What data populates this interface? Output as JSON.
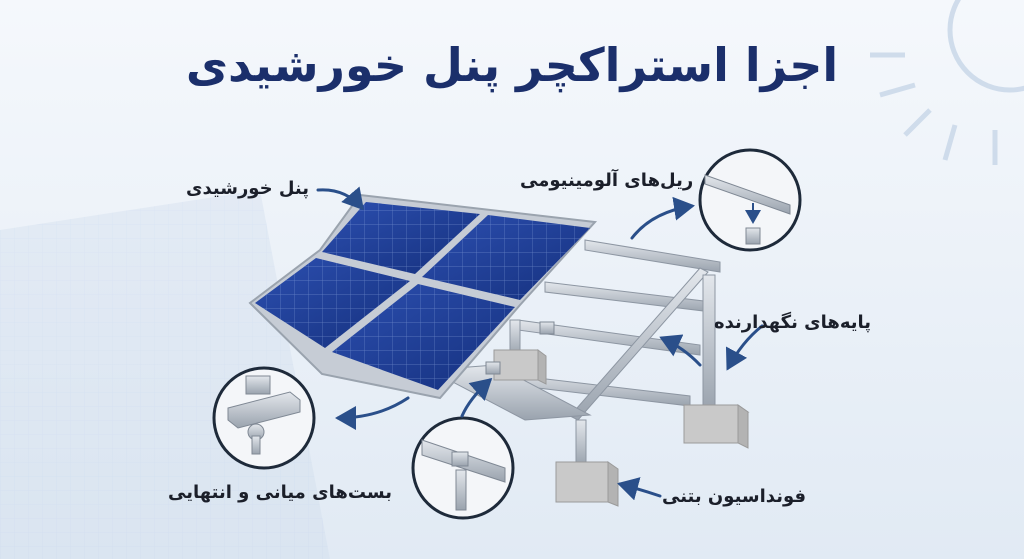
{
  "title": "اجزا استراکچر پنل خورشیدی",
  "labels": {
    "solar_panel": "پنل خورشیدی",
    "aluminum_rails": "ریل‌های آلومینیومی",
    "support_legs": "پایه‌های نگهدارنده",
    "clamps": "بست‌های میانی و انتهایی",
    "concrete_foundation": "فونداسیون بتنی"
  },
  "colors": {
    "title": "#1b2f6b",
    "panel": "#1f3f9a",
    "frame": "#b9c0cb",
    "arrow": "#2a4f8a",
    "concrete": "#c9c9c9",
    "background": "#e8f0f8"
  }
}
